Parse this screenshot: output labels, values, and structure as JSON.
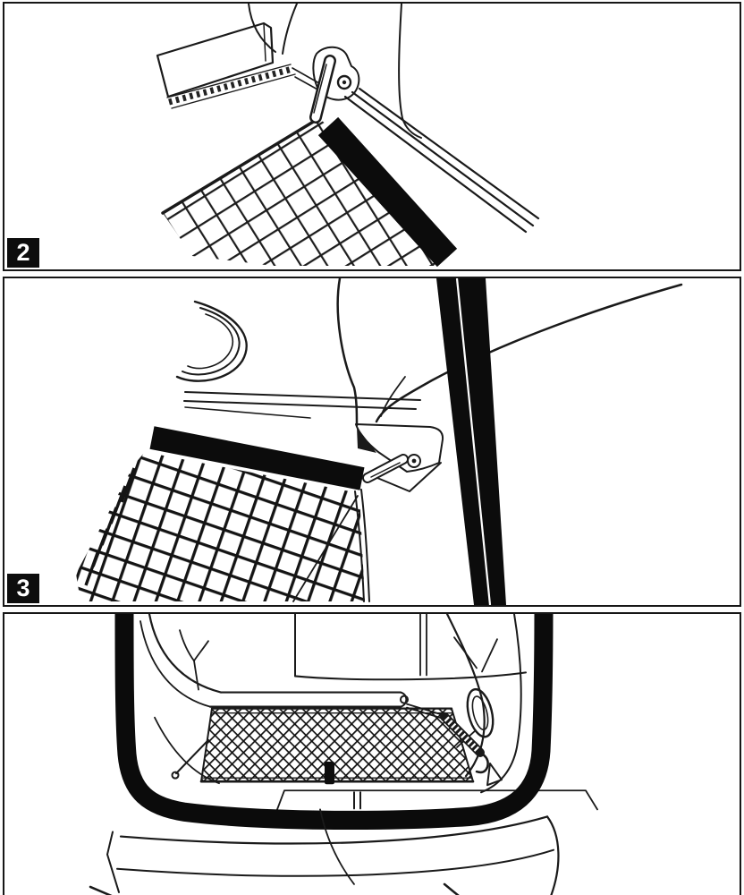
{
  "document": {
    "type": "cargo-net-installation-figure",
    "background": "#ffffff",
    "ink_color": "#1a1a1a",
    "panel_border_color": "#161616",
    "step_badge": {
      "bg": "#0d0d0d",
      "fg": "#ffffff"
    },
    "panels": [
      {
        "name": "step-2-hook-net-to-rear-shelf-anchor",
        "badge": "2"
      },
      {
        "name": "step-3-hook-net-to-side-trim-anchor",
        "badge": "3"
      },
      {
        "name": "result-cargo-net-installed-in-trunk",
        "badge": ""
      }
    ]
  }
}
